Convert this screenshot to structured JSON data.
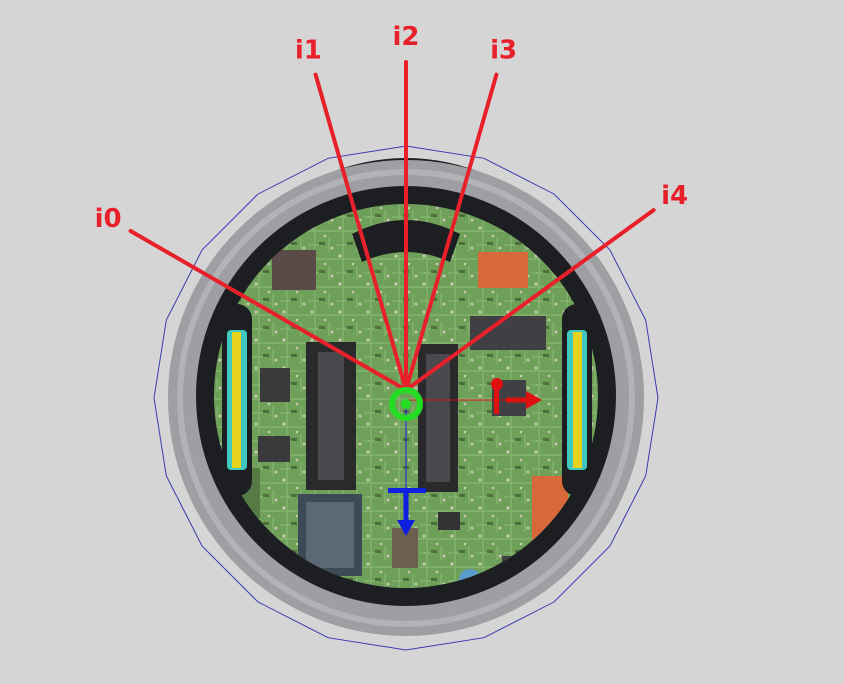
{
  "colors": {
    "background": "#d5d5d5",
    "ray": "#e8202a",
    "collision_outline": "#3a3ab0",
    "body_ring": "#9e9fa2",
    "body_dark": "#1d1e22",
    "pcb": "#6fa05a",
    "wheel_tread": "#3fc8c0",
    "wheel_hub": "#e6d21c",
    "axis_x": "#e01010",
    "axis_z": "#1020e0",
    "origin_marker": "#22dd22"
  },
  "icons": {
    "x_axis": "arrow-right-icon",
    "z_axis": "arrow-down-icon",
    "origin": "ring-icon"
  },
  "rays": [
    {
      "label": "i0",
      "angle_deg": -60
    },
    {
      "label": "i1",
      "angle_deg": -16
    },
    {
      "label": "i2",
      "angle_deg": 0
    },
    {
      "label": "i3",
      "angle_deg": 16
    },
    {
      "label": "i4",
      "angle_deg": 54
    }
  ]
}
